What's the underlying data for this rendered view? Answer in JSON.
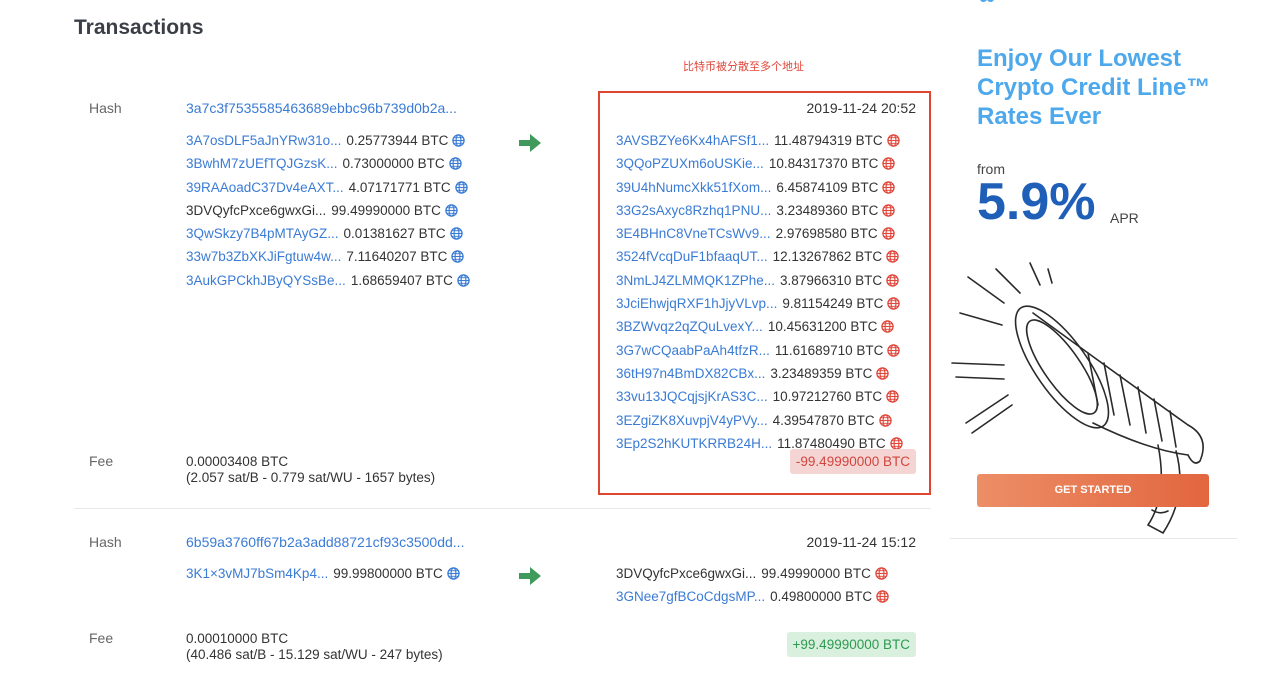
{
  "page": {
    "title": "Transactions",
    "annotation": "比特币被分散至多个地址"
  },
  "colors": {
    "link": "#3a7bd5",
    "highlight_border": "#e0462f",
    "negative": "#d2453e",
    "positive": "#2e9a50",
    "ad_blue": "#4da8ec",
    "ad_dark_blue": "#1f5fb8"
  },
  "tx1": {
    "hash_label": "Hash",
    "hash": "3a7c3f7535585463689ebbc96b739d0b2a...",
    "timestamp": "2019-11-24 20:52",
    "inputs": [
      {
        "address": "3A7osDLF5aJnYRw31o...",
        "amount": "0.25773944 BTC",
        "link": true
      },
      {
        "address": "3BwhM7zUEfTQJGzsK...",
        "amount": "0.73000000 BTC",
        "link": true
      },
      {
        "address": "39RAAoadC37Dv4eAXT...",
        "amount": "4.07171771 BTC",
        "link": true
      },
      {
        "address": "3DVQyfcPxce6gwxGi...",
        "amount": "99.49990000 BTC",
        "link": false
      },
      {
        "address": "3QwSkzy7B4pMTAyGZ...",
        "amount": "0.01381627 BTC",
        "link": true
      },
      {
        "address": "33w7b3ZbXKJiFgtuw4w...",
        "amount": "7.11640207 BTC",
        "link": true
      },
      {
        "address": "3AukGPCkhJByQYSsBe...",
        "amount": "1.68659407 BTC",
        "link": true
      }
    ],
    "outputs": [
      {
        "address": "3AVSBZYe6Kx4hAFSf1...",
        "amount": "11.48794319 BTC"
      },
      {
        "address": "3QQoPZUXm6oUSKie...",
        "amount": "10.84317370 BTC"
      },
      {
        "address": "39U4hNumcXkk51fXom...",
        "amount": "6.45874109 BTC"
      },
      {
        "address": "33G2sAxyc8Rzhq1PNU...",
        "amount": "3.23489360 BTC"
      },
      {
        "address": "3E4BHnC8VneTCsWv9...",
        "amount": "2.97698580 BTC"
      },
      {
        "address": "3524fVcqDuF1bfaaqUT...",
        "amount": "12.13267862 BTC"
      },
      {
        "address": "3NmLJ4ZLMMQK1ZPhe...",
        "amount": "3.87966310 BTC"
      },
      {
        "address": "3JciEhwjqRXF1hJjyVLvp...",
        "amount": "9.81154249 BTC"
      },
      {
        "address": "3BZWvqz2qZQuLvexY...",
        "amount": "10.45631200 BTC"
      },
      {
        "address": "3G7wCQaabPaAh4tfzR...",
        "amount": "11.61689710 BTC"
      },
      {
        "address": "36tH97n4BmDX82CBx...",
        "amount": "3.23489359 BTC"
      },
      {
        "address": "33vu13JQCqjsjKrAS3C...",
        "amount": "10.97212760 BTC"
      },
      {
        "address": "3EZgiZK8XuvpjV4yPVy...",
        "amount": "4.39547870 BTC"
      },
      {
        "address": "3Ep2S2hKUTKRRB24H...",
        "amount": "11.87480490 BTC"
      }
    ],
    "fee_label": "Fee",
    "fee_btc": "0.00003408 BTC",
    "fee_detail": "(2.057 sat/B - 0.779 sat/WU - 1657 bytes)",
    "net": "-99.49990000 BTC"
  },
  "tx2": {
    "hash_label": "Hash",
    "hash": "6b59a3760ff67b2a3add88721cf93c3500dd...",
    "timestamp": "2019-11-24 15:12",
    "inputs": [
      {
        "address": "3K1×3vMJ7bSm4Kp4...",
        "amount": "99.99800000 BTC",
        "link": true
      }
    ],
    "outputs": [
      {
        "address": "3DVQyfcPxce6gwxGi...",
        "amount": "99.49990000 BTC",
        "link": false
      },
      {
        "address": "3GNee7gfBCoCdgsMP...",
        "amount": "0.49800000 BTC",
        "link": true
      }
    ],
    "fee_label": "Fee",
    "fee_btc": "0.00010000 BTC",
    "fee_detail": "(40.486 sat/B - 15.129 sat/WU - 247 bytes)",
    "net": "+99.49990000 BTC"
  },
  "ad": {
    "headline_1": "Enjoy Our Lowest",
    "headline_2": "Crypto Credit Line™",
    "headline_3": "Rates Ever",
    "from": "from",
    "rate": "5.9%",
    "apr": "APR",
    "cta": "GET STARTED"
  }
}
